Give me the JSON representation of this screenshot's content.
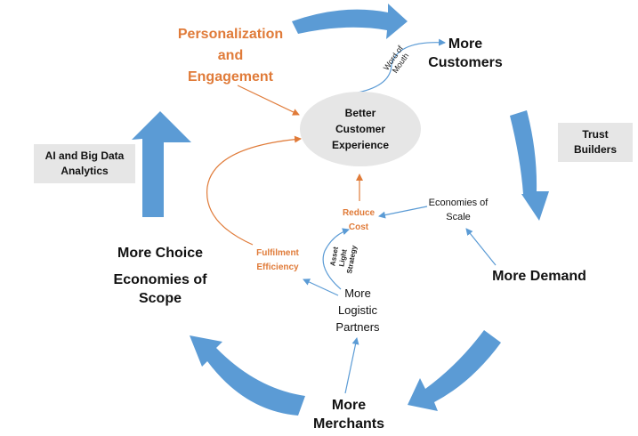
{
  "center": {
    "line1": "Better",
    "line2": "Customer",
    "line3": "Experience"
  },
  "nodes": {
    "personalization": {
      "line1": "Personalization",
      "line2": "and",
      "line3": "Engagement"
    },
    "more_customers": {
      "line1": "More",
      "line2": "Customers"
    },
    "more_demand": "More Demand",
    "more_merchants": {
      "line1": "More",
      "line2": "Merchants"
    },
    "more_choice": "More Choice",
    "economies_of_scope": {
      "line1": "Economies of",
      "line2": "Scope"
    },
    "more_logistic_partners": {
      "line1": "More",
      "line2": "Logistic",
      "line3": "Partners"
    },
    "economies_of_scale": {
      "line1": "Economies of",
      "line2": "Scale"
    },
    "reduce_cost": {
      "line1": "Reduce",
      "line2": "Cost"
    },
    "fulfilment_efficiency": {
      "line1": "Fulfilment",
      "line2": "Efficiency"
    },
    "word_of_mouth": {
      "line1": "Word of",
      "line2": "Mouth"
    },
    "asset_light": {
      "line1": "Asset",
      "line2": "Light",
      "line3": "Strategy"
    }
  },
  "boxes": {
    "ai_big_data": {
      "line1": "AI and Big Data",
      "line2": "Analytics"
    },
    "trust_builders": {
      "line1": "Trust",
      "line2": "Builders"
    }
  },
  "colors": {
    "cycle_arrow": "#5B9BD5",
    "orange": "#E07B39",
    "thin_arrow": "#5B9BD5",
    "box_fill": "#E6E6E6"
  }
}
